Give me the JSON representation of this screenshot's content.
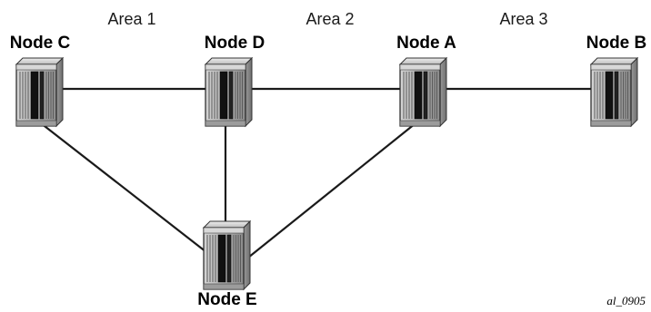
{
  "areas": [
    {
      "id": "area-1",
      "label": "Area 1"
    },
    {
      "id": "area-2",
      "label": "Area 2"
    },
    {
      "id": "area-3",
      "label": "Area 3"
    }
  ],
  "nodes": [
    {
      "id": "node-c",
      "label": "Node C"
    },
    {
      "id": "node-d",
      "label": "Node D"
    },
    {
      "id": "node-a",
      "label": "Node A"
    },
    {
      "id": "node-b",
      "label": "Node B"
    },
    {
      "id": "node-e",
      "label": "Node E"
    }
  ],
  "links": [
    {
      "from": "node-c",
      "to": "node-d"
    },
    {
      "from": "node-d",
      "to": "node-a"
    },
    {
      "from": "node-a",
      "to": "node-b"
    },
    {
      "from": "node-c",
      "to": "node-e"
    },
    {
      "from": "node-d",
      "to": "node-e"
    },
    {
      "from": "node-a",
      "to": "node-e"
    }
  ],
  "figure_id": "al_0905",
  "colors": {
    "line": "#1a1a1a",
    "node_body": "#b8b8b8",
    "node_dark": "#111111"
  },
  "icons": {
    "node": "router-icon"
  }
}
